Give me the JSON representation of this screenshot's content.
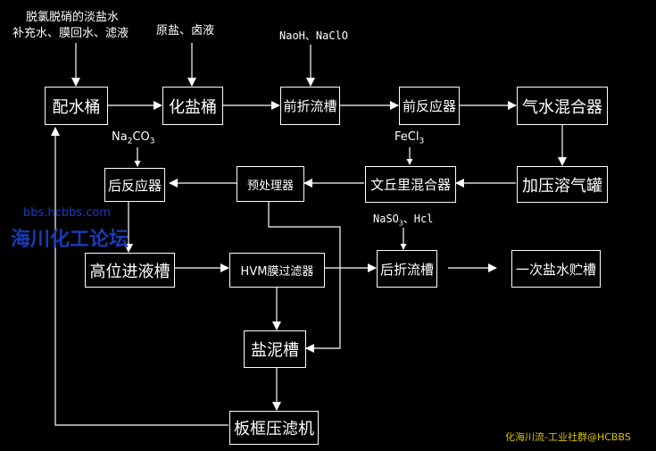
{
  "nodes": {
    "peishuitong": "配水桶",
    "huayantong": "化盐桶",
    "qianzheliucao": "前折流槽",
    "qianfanyingqi": "前反应器",
    "qishuihunheqi": "气水混合器",
    "jiayarongqiguan": "加压溶气罐",
    "wenqiulihunheqi": "文丘里混合器",
    "yuchuliqi": "预处理器",
    "houfanyingqi": "后反应器",
    "gaoweijinyecao": "高位进液槽",
    "hvm": "HVM膜过滤器",
    "houzheliucao": "后折流槽",
    "yiciyanshui": "一次盐水贮槽",
    "yanni": "盐泥槽",
    "bankuang": "板框压滤机"
  },
  "inputs": {
    "feed_line1": "脱氯脱硝的淡盐水",
    "feed_line2": "补充水、膜回水、滤液",
    "raw_salt": "原盐、卤液",
    "naoh": "NaoH、NaClO",
    "na2co3_prefix": "Na",
    "na2co3_sub": "2",
    "na2co3_suffix": "CO",
    "na2co3_sub2": "3",
    "fecl3_prefix": "FeCl",
    "fecl3_sub": "3",
    "naso3_prefix": "NaSO",
    "naso3_sub": "3",
    "naso3_suffix": "、Hcl"
  },
  "watermark": {
    "url": "bbs.hcbbs.com",
    "name": "海川化工论坛"
  },
  "footer": "化海川流-工业社群@HCBBS",
  "colors": {
    "background": "#000000",
    "line": "#ffffff",
    "watermark": "#1a3fbf",
    "footer": "#d8c200"
  }
}
